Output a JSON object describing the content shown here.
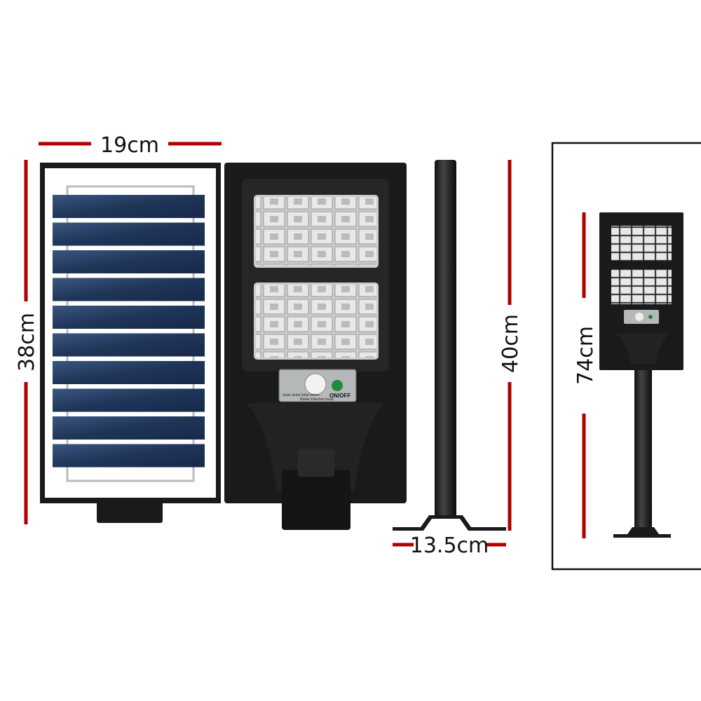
{
  "dimensions": {
    "panel_width": "19cm",
    "panel_height": "38cm",
    "pole_height": "40cm",
    "bracket_width": "13.5cm",
    "total_height": "74cm"
  },
  "sensor_panel": {
    "label_left": "Solar street lamp series",
    "label_center": "Radar induction head",
    "switch_label": "ON/OFF"
  },
  "colors": {
    "dimension_line": "#b00000",
    "housing": "#1a1a1a",
    "solar_cell": "#1f3558",
    "switch": "#1e8a3c"
  }
}
